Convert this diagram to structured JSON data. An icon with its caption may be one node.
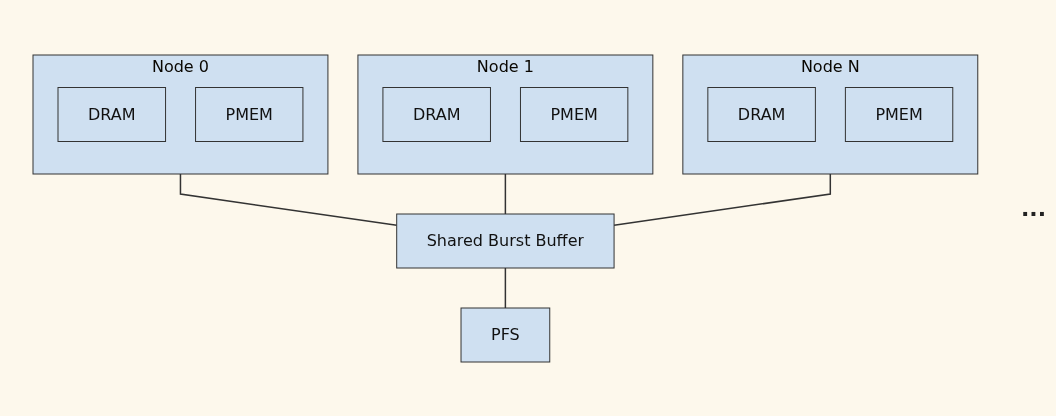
{
  "diagram": {
    "nodes": [
      {
        "text": [
          "Node 0"
        ]
      },
      {
        "text": [
          "DRAM"
        ],
        "in": 0
      },
      {
        "text": [
          "PMEM"
        ],
        "in": 0
      },
      {
        "text": [
          "Node 1"
        ]
      },
      {
        "text": [
          "DRAM"
        ],
        "in": 3
      },
      {
        "text": [
          "PMEM"
        ],
        "in": 3
      },
      {
        "text": [
          "Node N"
        ]
      },
      {
        "text": [
          "DRAM"
        ],
        "in": 6
      },
      {
        "text": [
          "PMEM"
        ],
        "in": 6
      },
      {
        "text": [
          "Shared Burst Buffer"
        ]
      },
      {
        "text": [
          "PFS"
        ]
      }
    ],
    "edges": [
      {
        "from": 0,
        "to": 9,
        "arrow": "none"
      },
      {
        "from": 3,
        "to": 9,
        "arrow": "none"
      },
      {
        "from": 6,
        "to": 9,
        "arrow": "none"
      },
      {
        "from": 9,
        "to": 10,
        "arrow": "none"
      }
    ],
    "labels": [
      "..."
    ]
  }
}
